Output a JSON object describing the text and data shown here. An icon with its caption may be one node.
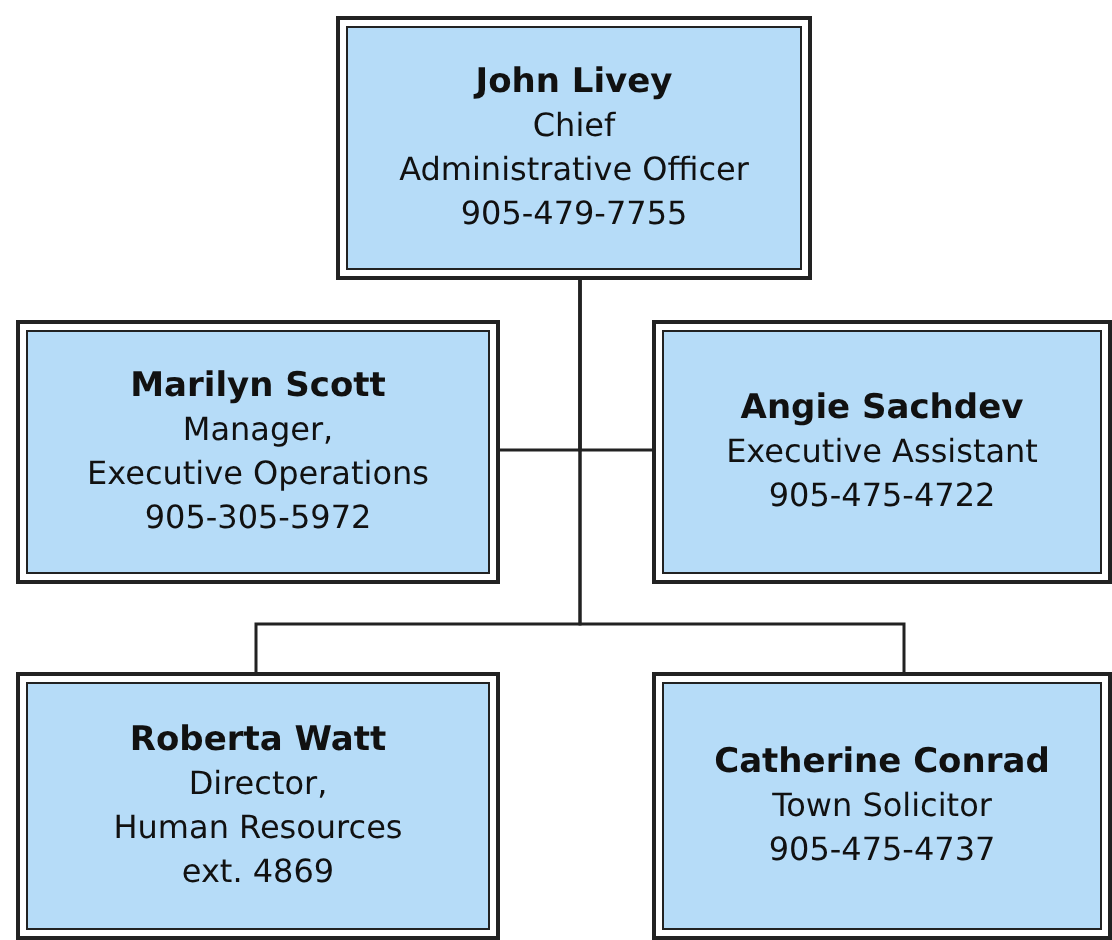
{
  "diagram": {
    "nodes": [
      {
        "text": [
          "John Livey",
          "Chief",
          "Administrative Officer",
          "905-479-7755"
        ]
      },
      {
        "text": [
          "Marilyn Scott",
          "Manager,",
          "Executive Operations",
          "905-305-5972"
        ]
      },
      {
        "text": [
          "Angie Sachdev",
          "Executive Assistant",
          "905-475-4722"
        ]
      },
      {
        "text": [
          "Roberta Watt",
          "Director,",
          "Human Resources",
          "ext. 4869"
        ]
      },
      {
        "text": [
          "Catherine Conrad",
          "Town Solicitor",
          "905-475-4737"
        ]
      }
    ],
    "edges": [
      {
        "from": 0,
        "to": 1,
        "arrow": "none"
      },
      {
        "from": 0,
        "to": 2,
        "arrow": "none"
      },
      {
        "from": 0,
        "to": 3,
        "arrow": "none"
      },
      {
        "from": 0,
        "to": 4,
        "arrow": "none"
      }
    ]
  }
}
